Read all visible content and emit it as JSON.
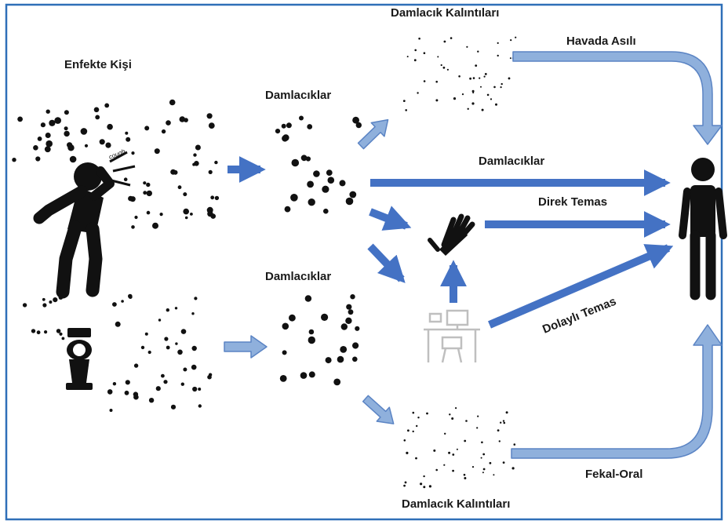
{
  "labels": {
    "infected_person": "Enfekte Kişi",
    "droplets_top": "Damlacıklar",
    "droplets_bottom": "Damlacıklar",
    "residue_top": "Damlacık Kalıntıları",
    "residue_bottom": "Damlacık Kalıntıları",
    "airborne": "Havada Asılı",
    "droplets_route": "Damlacıklar",
    "direct_contact": "Direk Temas",
    "indirect_contact": "Dolaylı Temas",
    "fecal_oral": "Fekal-Oral",
    "cough_text": "cough"
  },
  "colors": {
    "frame": "#2f6fb8",
    "arrow_solid": "#4472c4",
    "arrow_light": "#8fb0dc",
    "arrow_light_stroke": "#5b84c4",
    "figure": "#111111",
    "desk": "#bfbfbf"
  },
  "icons": [
    "coughing-person-icon",
    "toilet-icon",
    "hand-icon",
    "desk-icon",
    "person-icon"
  ]
}
